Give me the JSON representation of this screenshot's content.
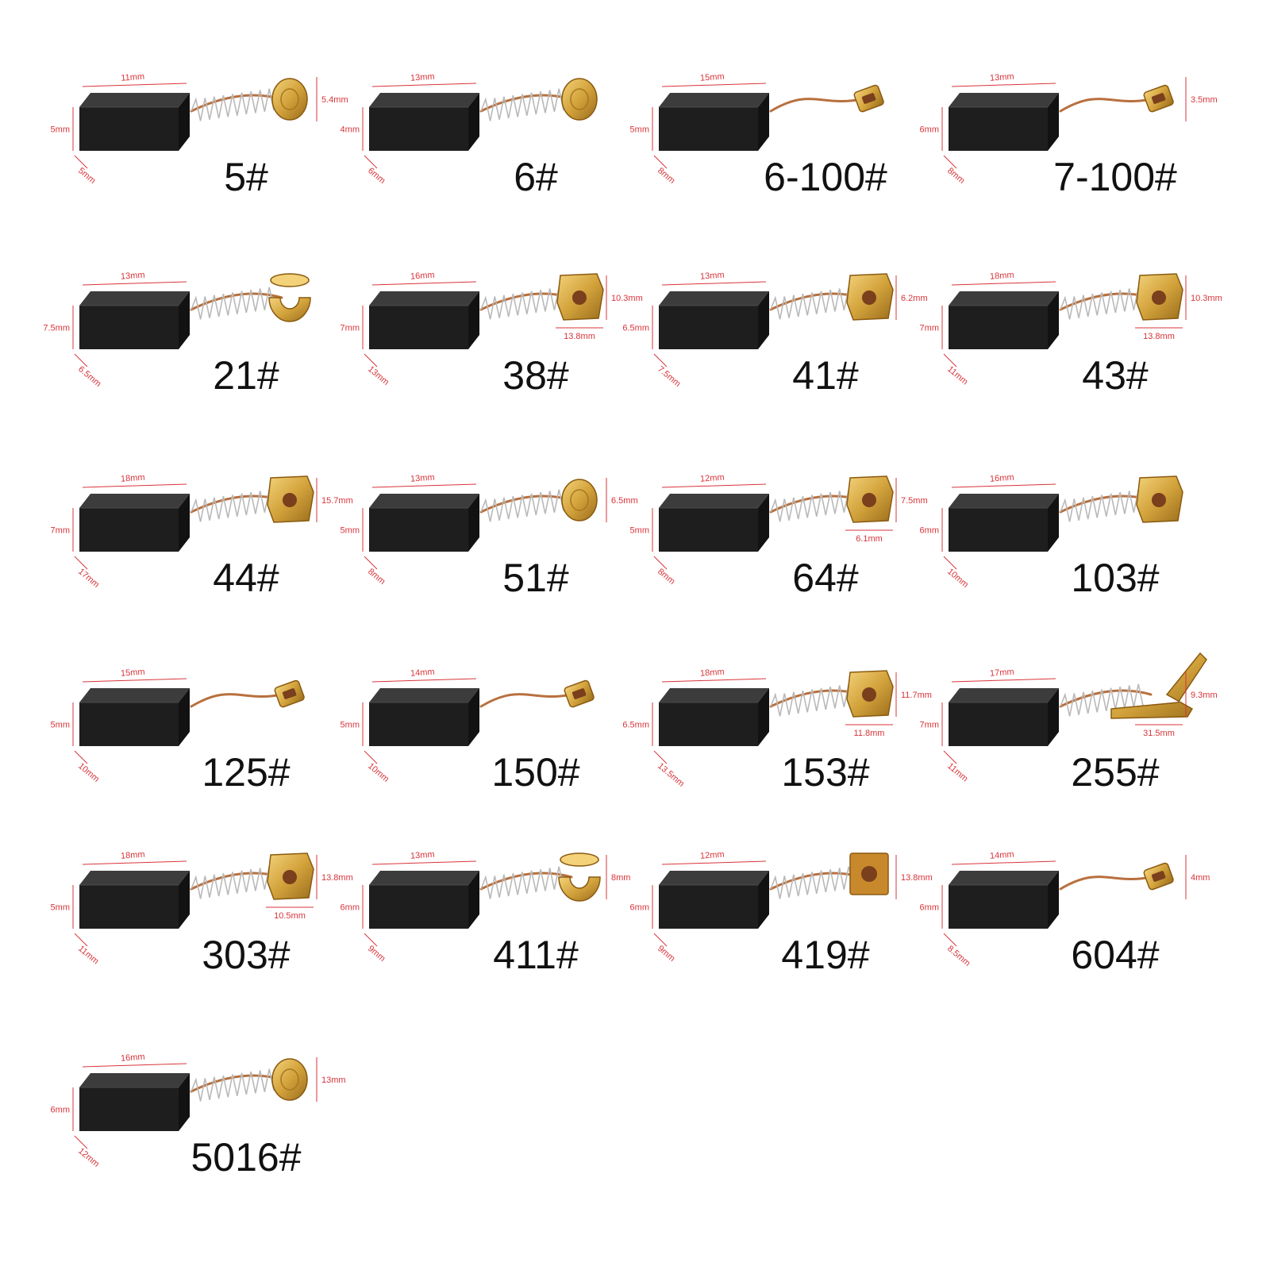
{
  "colors": {
    "background": "#ffffff",
    "carbon": "#1e1e1e",
    "carbon_top": "#3c3c3c",
    "brass": "#d3a33c",
    "copper": "#b8703e",
    "spring": "#b9b9b9",
    "dimension": "#d8343a",
    "label": "#111111"
  },
  "brushes": [
    {
      "code": "5#",
      "terminal": "disc",
      "dims": {
        "length": "11mm",
        "height": "5mm",
        "depth": "5mm",
        "terminal": "5.4mm"
      }
    },
    {
      "code": "6#",
      "terminal": "disc",
      "dims": {
        "length": "13mm",
        "height": "4mm",
        "depth": "6mm"
      }
    },
    {
      "code": "6-100#",
      "terminal": "spade",
      "dims": {
        "length": "15mm",
        "height": "5mm",
        "depth": "8mm"
      }
    },
    {
      "code": "7-100#",
      "terminal": "spade",
      "dims": {
        "length": "13mm",
        "height": "6mm",
        "depth": "8mm",
        "terminal": "3.5mm"
      }
    },
    {
      "code": "21#",
      "terminal": "cup",
      "dims": {
        "length": "13mm",
        "height": "7.5mm",
        "depth": "6.5mm"
      }
    },
    {
      "code": "38#",
      "terminal": "clip",
      "dims": {
        "length": "16mm",
        "height": "7mm",
        "depth": "13mm",
        "terminal": "10.3mm",
        "terminal_width": "13.8mm"
      }
    },
    {
      "code": "41#",
      "terminal": "clip",
      "dims": {
        "length": "13mm",
        "height": "6.5mm",
        "depth": "7.5mm",
        "terminal": "6.2mm"
      }
    },
    {
      "code": "43#",
      "terminal": "clip",
      "dims": {
        "length": "18mm",
        "height": "7mm",
        "depth": "11mm",
        "terminal": "10.3mm",
        "terminal_width": "13.8mm"
      }
    },
    {
      "code": "44#",
      "terminal": "clip",
      "dims": {
        "length": "18mm",
        "height": "7mm",
        "depth": "17mm",
        "terminal": "15.7mm"
      }
    },
    {
      "code": "51#",
      "terminal": "disc",
      "dims": {
        "length": "13mm",
        "height": "5mm",
        "depth": "8mm",
        "terminal": "6.5mm"
      }
    },
    {
      "code": "64#",
      "terminal": "clip",
      "dims": {
        "length": "12mm",
        "height": "5mm",
        "depth": "8mm",
        "terminal": "7.5mm",
        "terminal_width": "6.1mm"
      }
    },
    {
      "code": "103#",
      "terminal": "clip",
      "dims": {
        "length": "16mm",
        "height": "6mm",
        "depth": "10mm"
      }
    },
    {
      "code": "125#",
      "terminal": "spade",
      "dims": {
        "length": "15mm",
        "height": "5mm",
        "depth": "10mm"
      }
    },
    {
      "code": "150#",
      "terminal": "spade",
      "dims": {
        "length": "14mm",
        "height": "5mm",
        "depth": "10mm"
      }
    },
    {
      "code": "153#",
      "terminal": "clip",
      "dims": {
        "length": "18mm",
        "height": "6.5mm",
        "depth": "13.5mm",
        "terminal": "11.7mm",
        "terminal_width": "11.8mm"
      }
    },
    {
      "code": "255#",
      "terminal": "tab",
      "dims": {
        "length": "17mm",
        "height": "7mm",
        "depth": "11mm",
        "terminal": "9.3mm",
        "terminal_width": "31.5mm"
      }
    },
    {
      "code": "303#",
      "terminal": "clip",
      "dims": {
        "length": "18mm",
        "height": "5mm",
        "depth": "11mm",
        "terminal": "13.8mm",
        "terminal_width": "10.5mm"
      }
    },
    {
      "code": "411#",
      "terminal": "cup",
      "dims": {
        "length": "13mm",
        "height": "6mm",
        "depth": "9mm",
        "terminal": "8mm"
      }
    },
    {
      "code": "419#",
      "terminal": "square",
      "dims": {
        "length": "12mm",
        "height": "6mm",
        "depth": "9mm",
        "terminal": "13.8mm"
      }
    },
    {
      "code": "604#",
      "terminal": "spade",
      "dims": {
        "length": "14mm",
        "height": "6mm",
        "depth": "8.5mm",
        "terminal": "4mm"
      }
    },
    {
      "code": "5016#",
      "terminal": "disc",
      "dims": {
        "length": "16mm",
        "height": "6mm",
        "depth": "12mm",
        "terminal": "13mm"
      }
    }
  ]
}
